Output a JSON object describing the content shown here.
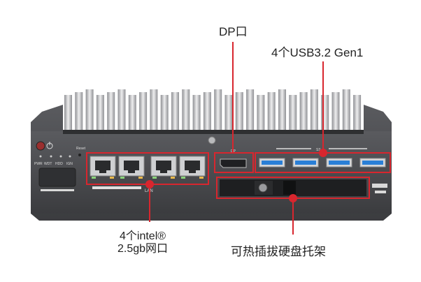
{
  "callouts": {
    "dp": "DP口",
    "usb": "4个USB3.2 Gen1",
    "lan_line1": "4个intel®",
    "lan_line2": "2.5gb网口",
    "tray": "可热插拔硬盘托架"
  },
  "panel_text": {
    "pwr": "PWR",
    "wdt": "WDT",
    "hdd": "HDD",
    "ign": "IGN",
    "reset": "Reset",
    "dp_small": "DP",
    "usb_small": "SS"
  },
  "colors": {
    "callout_red": "#d8262e",
    "chassis": "#4a4b4e",
    "heatsink": "#c9cacd",
    "usb_blue": "#2a7fd6"
  }
}
